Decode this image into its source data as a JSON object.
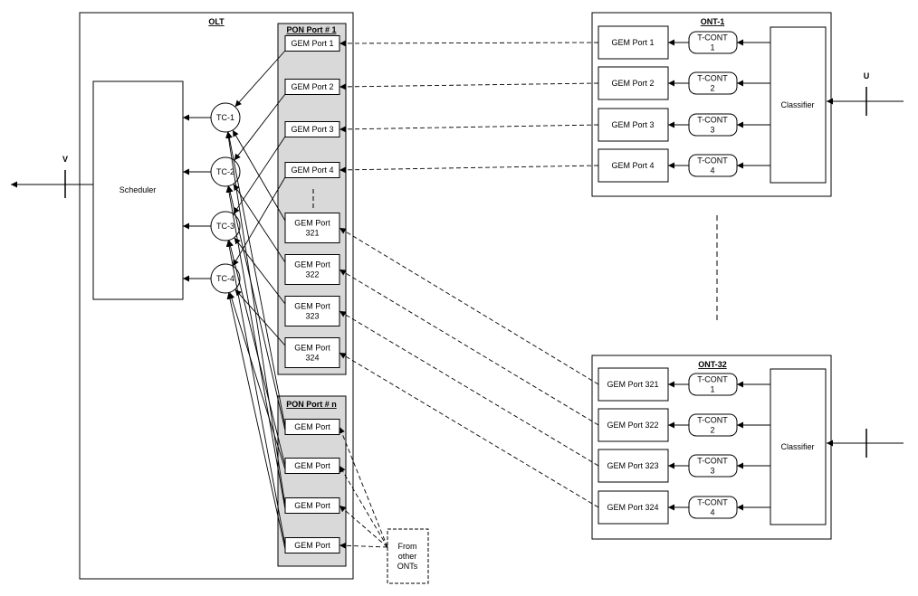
{
  "olt": {
    "title": "OLT",
    "scheduler": "Scheduler",
    "interface_label": "V",
    "tcs": [
      "TC-1",
      "TC-2",
      "TC-3",
      "TC-4"
    ],
    "pon1": {
      "title": "PON Port # 1",
      "gem_ports": [
        [
          "GEM Port 1"
        ],
        [
          "GEM Port 2"
        ],
        [
          "GEM Port 3"
        ],
        [
          "GEM Port 4"
        ],
        [
          "GEM Port",
          "321"
        ],
        [
          "GEM Port",
          "322"
        ],
        [
          "GEM Port",
          "323"
        ],
        [
          "GEM Port",
          "324"
        ]
      ]
    },
    "ponn": {
      "title": "PON Port # n",
      "gem_ports": [
        [
          "GEM Port"
        ],
        [
          "GEM Port"
        ],
        [
          "GEM Port"
        ],
        [
          "GEM Port"
        ]
      ]
    },
    "other_onts": [
      "From",
      "other",
      "ONTs"
    ]
  },
  "ont1": {
    "title": "ONT-1",
    "classifier": "Classifier",
    "interface_label": "U",
    "gem_ports": [
      "GEM Port 1",
      "GEM Port 2",
      "GEM Port 3",
      "GEM Port 4"
    ],
    "tconts": [
      [
        "T-CONT",
        "1"
      ],
      [
        "T-CONT",
        "2"
      ],
      [
        "T-CONT",
        "3"
      ],
      [
        "T-CONT",
        "4"
      ]
    ]
  },
  "ont32": {
    "title": "ONT-32",
    "classifier": "Classifier",
    "gem_ports": [
      "GEM Port 321",
      "GEM Port 322",
      "GEM Port 323",
      "GEM Port 324"
    ],
    "tconts": [
      [
        "T-CONT",
        "1"
      ],
      [
        "T-CONT",
        "2"
      ],
      [
        "T-CONT",
        "3"
      ],
      [
        "T-CONT",
        "4"
      ]
    ]
  }
}
